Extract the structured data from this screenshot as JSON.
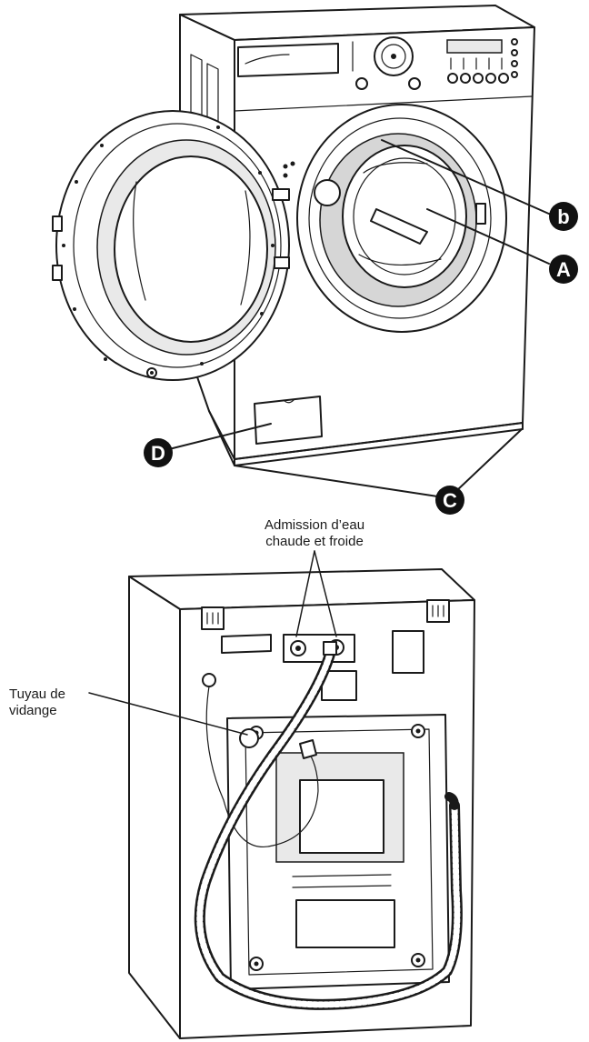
{
  "front_view": {
    "callouts": [
      {
        "id": "b",
        "label": "b"
      },
      {
        "id": "A",
        "label": "A"
      },
      {
        "id": "D",
        "label": "D"
      },
      {
        "id": "C",
        "label": "C"
      }
    ]
  },
  "rear_view": {
    "water_inlet_label": {
      "line1": "Admission d’eau",
      "line2": "chaude et froide"
    },
    "drain_hose_label": {
      "line1": "Tuyau de",
      "line2": "vidange"
    }
  }
}
